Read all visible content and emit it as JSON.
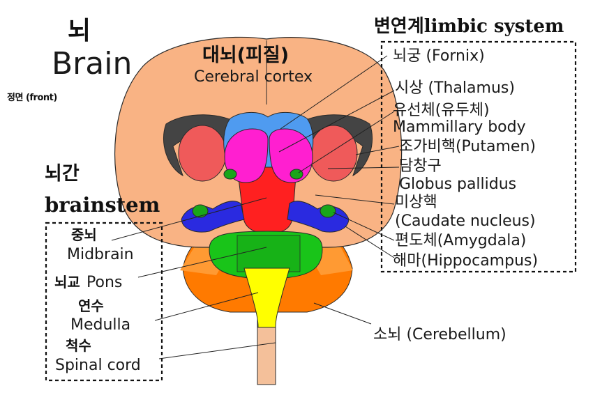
{
  "title": {
    "korean": "뇌",
    "english": "Brain",
    "view": "정면 (front)"
  },
  "limbic_heading": "변연계limbic system",
  "brainstem_heading": {
    "korean": "뇌간",
    "english": "brainstem"
  },
  "cerebrum_label": {
    "korean": "대뇌(피질)",
    "english": "Cerebral  cortex"
  },
  "right_labels": [
    "뇌궁 (Fornix)",
    "시상 (Thalamus)",
    "유선체(유두체)",
    "Mammillary body",
    "조가비핵(Putamen)",
    "담창구",
    "Globus pallidus",
    "미상핵",
    "(Caudate nucleus)",
    "편도체(Amygdala)",
    "해마(Hippocampus)"
  ],
  "left_labels": {
    "midbrain_ko": "중뇌",
    "midbrain_en": "Midbrain",
    "pons_ko": "뇌교",
    "pons_en": "Pons",
    "medulla_ko": "연수",
    "medulla_en": "Medulla",
    "spinal_ko": "척수",
    "spinal_en": "Spinal cord"
  },
  "cerebellum_label": "소뇌 (Cerebellum)",
  "colors": {
    "cortex": "#f9b384",
    "cortex_outline": "#2a2a2a",
    "caudate": "#444444",
    "putamen": "#ef5a5a",
    "thalamus": "#ff1fd0",
    "fornix": "#4f9bf0",
    "brainstem_red": "#ff2020",
    "midbrain_red": "#ff1010",
    "hippocampus": "#2a2ae0",
    "amygdala": "#19a61a",
    "pons": "#19c419",
    "pons_dark": "#17b217",
    "cerebellum": "#ff7a00",
    "cerebellum_light": "#ff9a33",
    "medulla": "#ffff00",
    "spinal_cord": "#f4c09a"
  }
}
